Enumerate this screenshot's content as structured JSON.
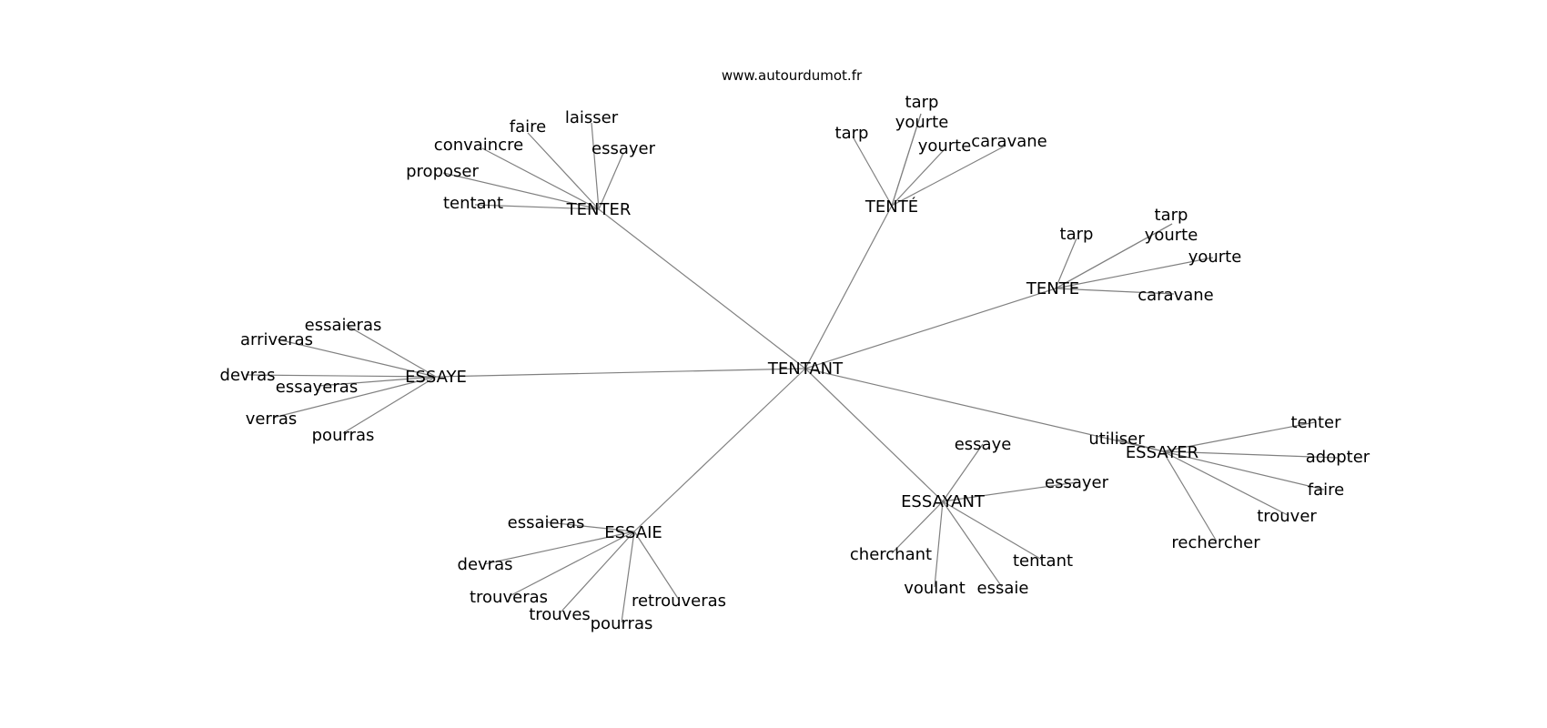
{
  "header": {
    "site": "www.autourdumot.fr"
  },
  "graph": {
    "center": "TENTANT",
    "groups": [
      {
        "hub": "TENTER",
        "leaves": [
          "laisser",
          "faire",
          "convaincre",
          "essayer",
          "proposer",
          "tentant"
        ]
      },
      {
        "hub": "TENTÉ",
        "leaves": [
          "tarp",
          "yourte",
          "tarp",
          "yourte",
          "caravane"
        ]
      },
      {
        "hub": "TENTE",
        "leaves": [
          "tarp",
          "yourte",
          "tarp",
          "yourte",
          "caravane"
        ]
      },
      {
        "hub": "ESSAYE",
        "leaves": [
          "essaieras",
          "arriveras",
          "devras",
          "essayeras",
          "verras",
          "pourras"
        ]
      },
      {
        "hub": "ESSAYER",
        "leaves": [
          "utiliser",
          "tenter",
          "adopter",
          "faire",
          "trouver",
          "rechercher"
        ]
      },
      {
        "hub": "ESSAYANT",
        "leaves": [
          "essaye",
          "essayer",
          "cherchant",
          "tentant",
          "voulant",
          "essaie"
        ]
      },
      {
        "hub": "ESSAIE",
        "leaves": [
          "essaieras",
          "devras",
          "trouveras",
          "retrouveras",
          "trouves",
          "pourras"
        ]
      }
    ]
  }
}
